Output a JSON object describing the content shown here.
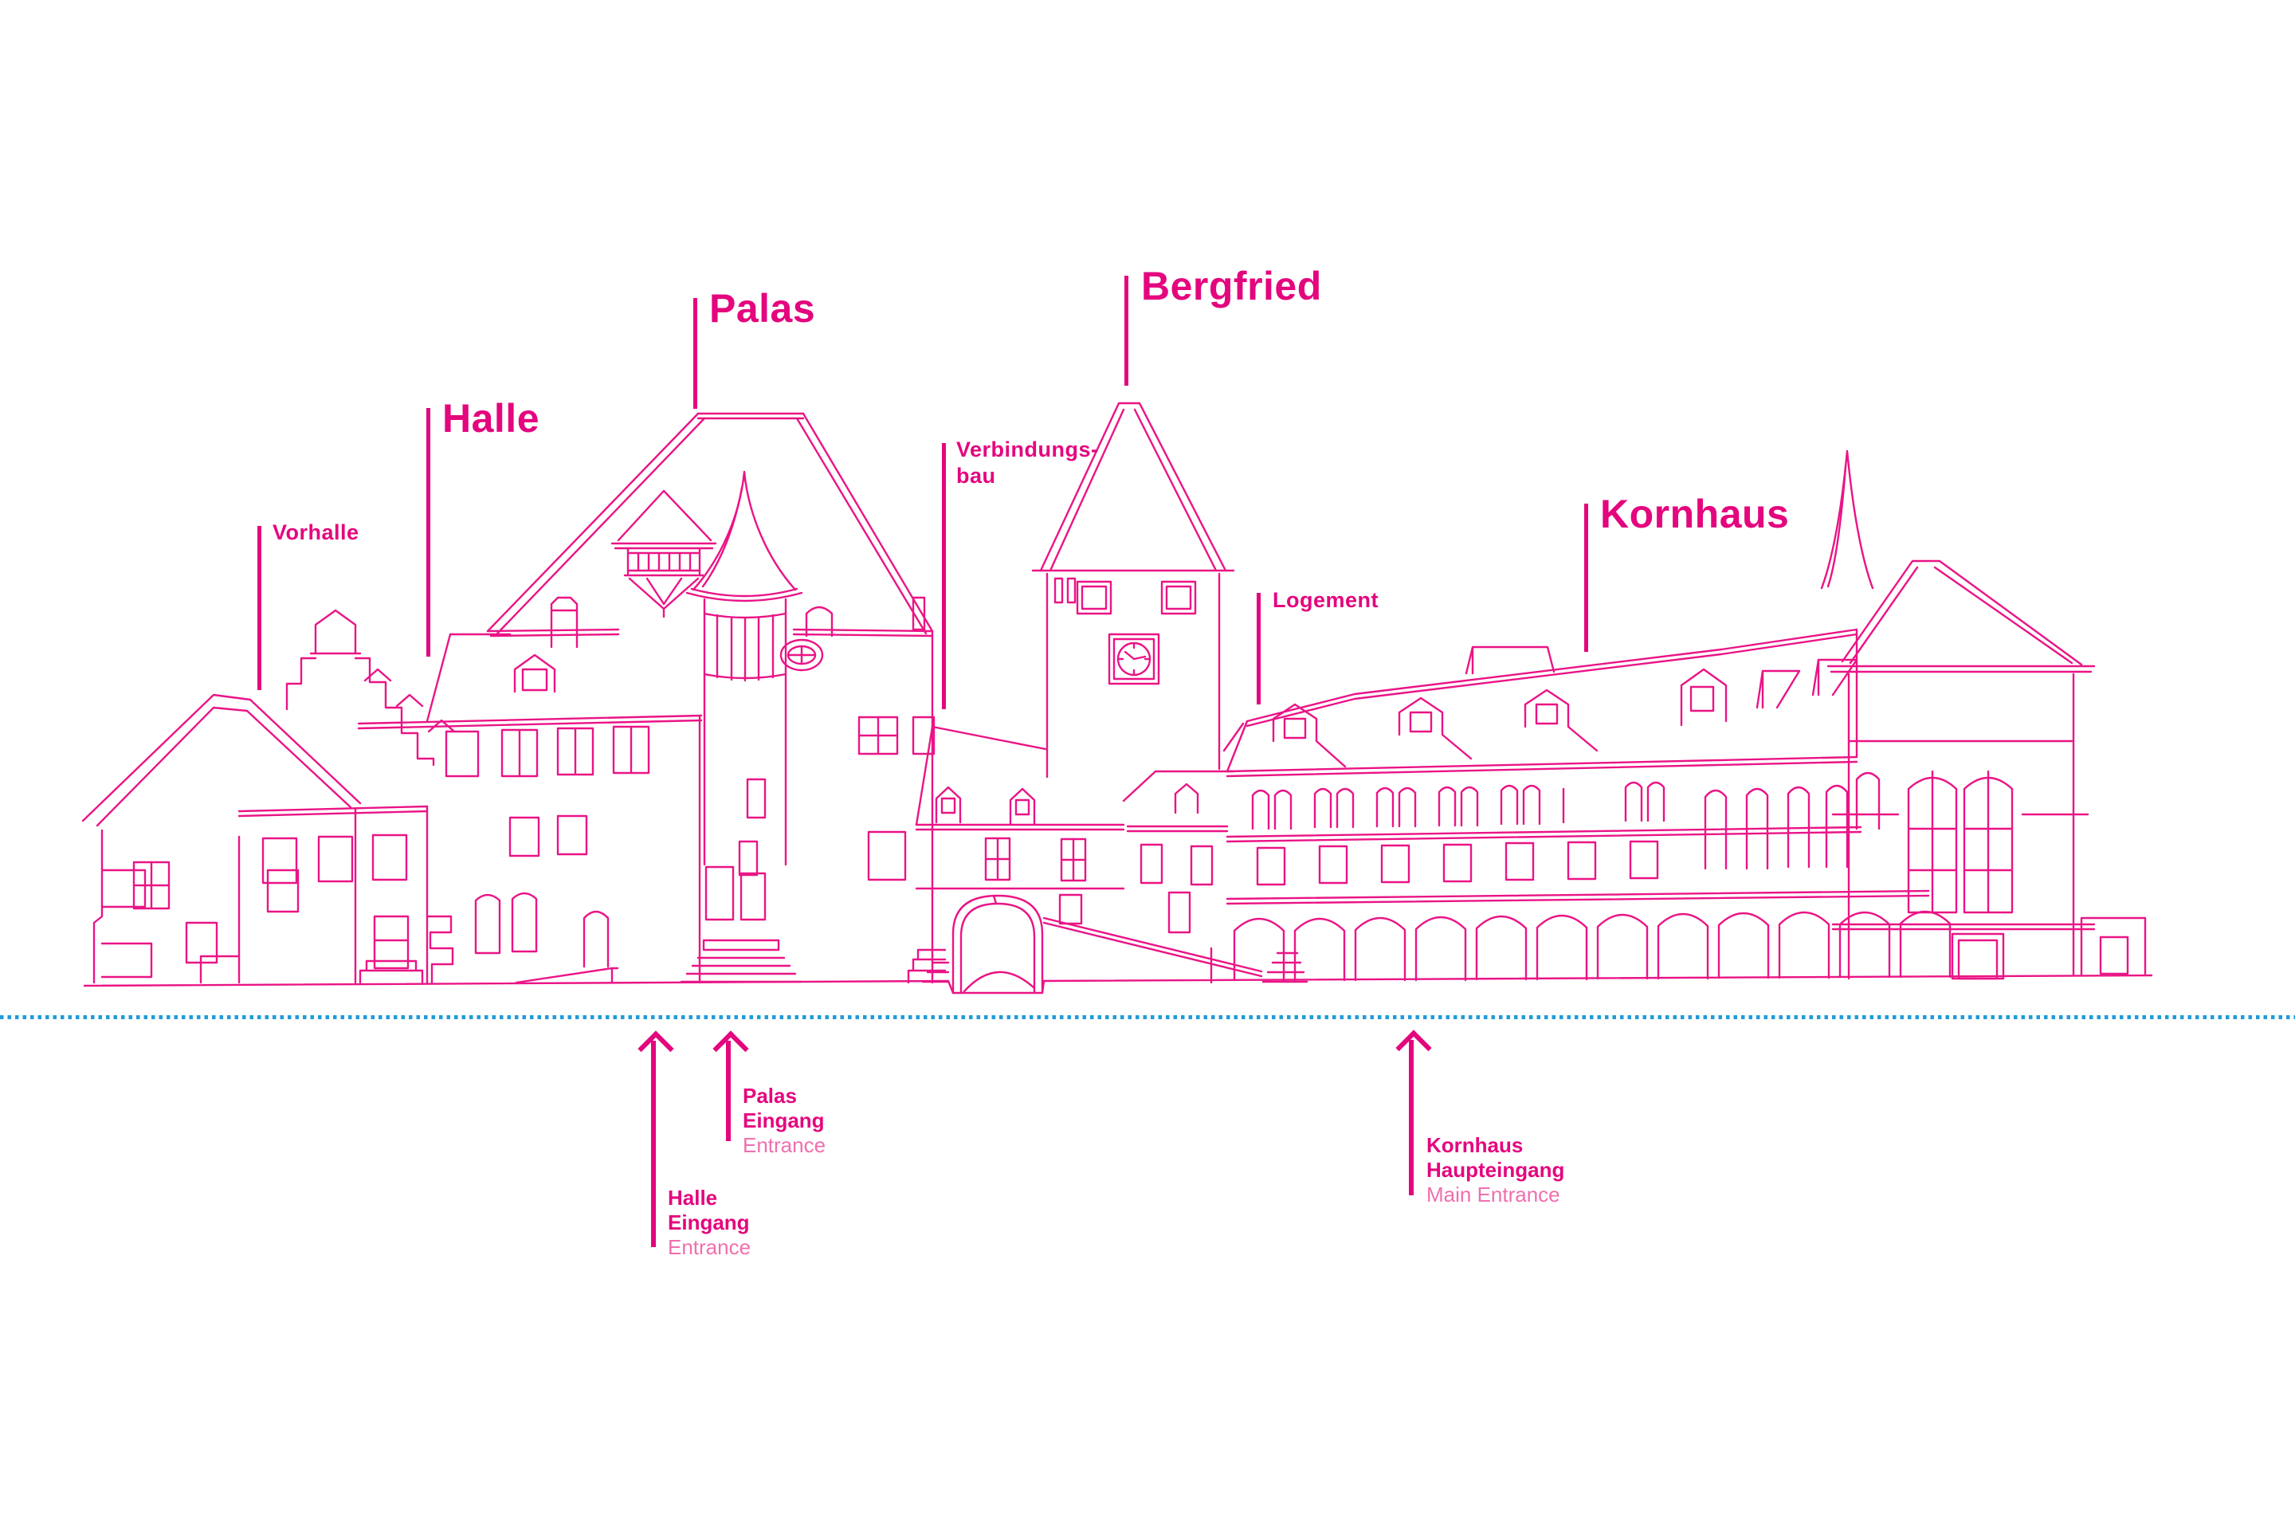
{
  "figure": {
    "subject": "Castle complex elevation line drawing with labeled buildings",
    "colors": {
      "pink": "#e4067e",
      "pink-light": "#f06fae",
      "blue": "#1f9cd9",
      "stroke": "#ea1486",
      "bg": "#ffffff"
    }
  },
  "building_labels": {
    "vorhalle": {
      "text": "Vorhalle"
    },
    "halle": {
      "text": "Halle"
    },
    "palas": {
      "text": "Palas"
    },
    "verbindungsbau": {
      "line1": "Verbindungs-",
      "line2": "bau"
    },
    "bergfried": {
      "text": "Bergfried"
    },
    "logement": {
      "text": "Logement"
    },
    "kornhaus": {
      "text": "Kornhaus"
    }
  },
  "entrance_labels": {
    "halle": {
      "line1": "Halle",
      "line2": "Eingang",
      "line3": "Entrance"
    },
    "palas": {
      "line1": "Palas",
      "line2": "Eingang",
      "line3": "Entrance"
    },
    "kornhaus": {
      "line1": "Kornhaus",
      "line2": "Haupteingang",
      "line3": "Main Entrance"
    }
  }
}
